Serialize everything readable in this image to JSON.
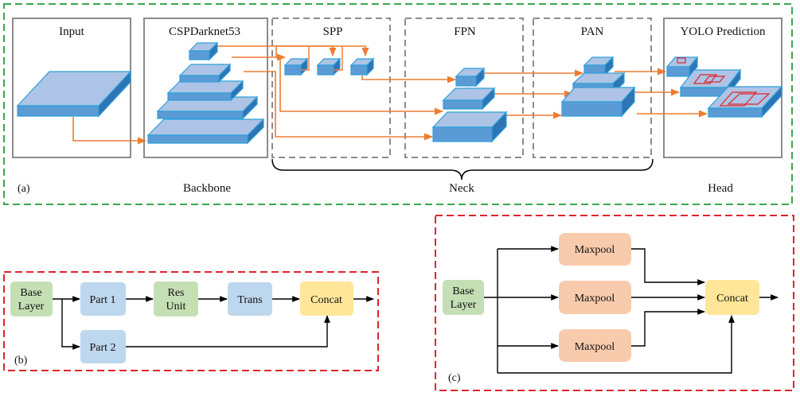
{
  "panel_a": {
    "tag": "(a)",
    "stages": {
      "input": "Input",
      "backbone": "CSPDarknet53",
      "spp": "SPP",
      "fpn": "FPN",
      "pan": "PAN",
      "prediction": "YOLO Prediction"
    },
    "groups": {
      "backbone": "Backbone",
      "neck": "Neck",
      "head": "Head"
    }
  },
  "panel_b": {
    "tag": "(b)",
    "nodes": {
      "base_line1": "Base",
      "base_line2": "Layer",
      "part1": "Part 1",
      "res_line1": "Res",
      "res_line2": "Unit",
      "trans": "Trans",
      "concat": "Concat",
      "part2": "Part 2"
    }
  },
  "panel_c": {
    "tag": "(c)",
    "nodes": {
      "base_line1": "Base",
      "base_line2": "Layer",
      "maxpool_top": "Maxpool",
      "maxpool_mid": "Maxpool",
      "maxpool_bottom": "Maxpool",
      "concat": "Concat"
    }
  },
  "colors": {
    "green_frame": "#3aa84a",
    "red_frame": "#e0242a",
    "orange_arrow": "#ed7d31",
    "layer_face": "#adc4e6",
    "layer_edge": "#2e9fd8",
    "green_node": "#c5dfb4",
    "blue_node": "#bdd7ee",
    "yellow_node": "#ffe699",
    "salmon_node": "#f8cbad"
  }
}
